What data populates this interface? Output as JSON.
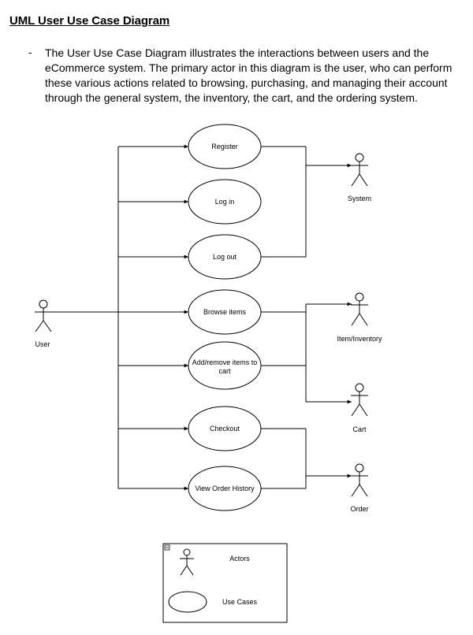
{
  "title": "UML User Use Case Diagram",
  "bullet": {
    "marker": "-",
    "text": "The User Use Case Diagram illustrates the interactions between users and the eCommerce system. The primary actor in this diagram is the user, who can perform these various actions related to browsing, purchasing, and managing their account through the general system, the inventory, the cart, and the ordering system."
  },
  "diagram": {
    "actors": {
      "user": "User",
      "system": "System",
      "inventory": "Item/Inventory",
      "cart": "Cart",
      "order": "Order"
    },
    "use_cases": {
      "register": "Register",
      "login": "Log in",
      "logout": "Log out",
      "browse": "Browse items",
      "addremove_line1": "Add/remove items to",
      "addremove_line2": "cart",
      "checkout": "Checkout",
      "history": "View Order History"
    },
    "legend": {
      "actors": "Actors",
      "use_cases": "Use Cases"
    }
  }
}
